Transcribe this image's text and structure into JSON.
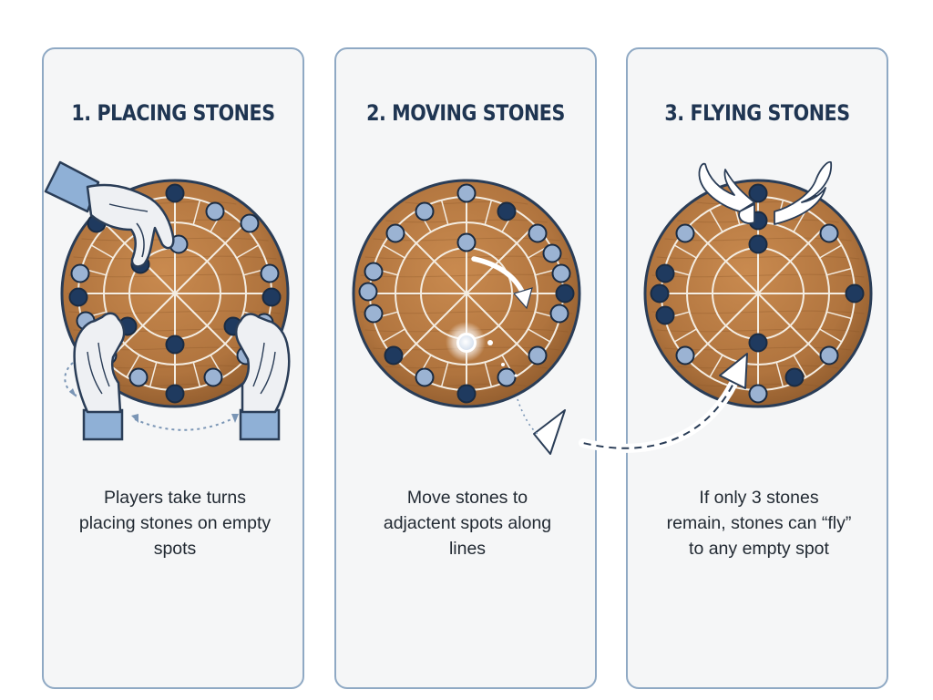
{
  "panels": [
    {
      "title": "1. PLACING STONES",
      "lines": [
        "Players take turns",
        "placing stones on empty",
        "spots"
      ]
    },
    {
      "title": "2. MOVING STONES",
      "lines": [
        "Move stones to",
        "adjactent spots along",
        "lines"
      ]
    },
    {
      "title": "3. FLYING STONES",
      "lines": [
        "If only 3 stones",
        "remain, stones can “fly”",
        "to any empty spot"
      ]
    }
  ],
  "colors": {
    "panel_border": "#8fa9c4",
    "wood": "#b0743e",
    "stone_dark": "#1f3a5f",
    "stone_light": "#9bb3d3",
    "title": "#1f3552"
  }
}
